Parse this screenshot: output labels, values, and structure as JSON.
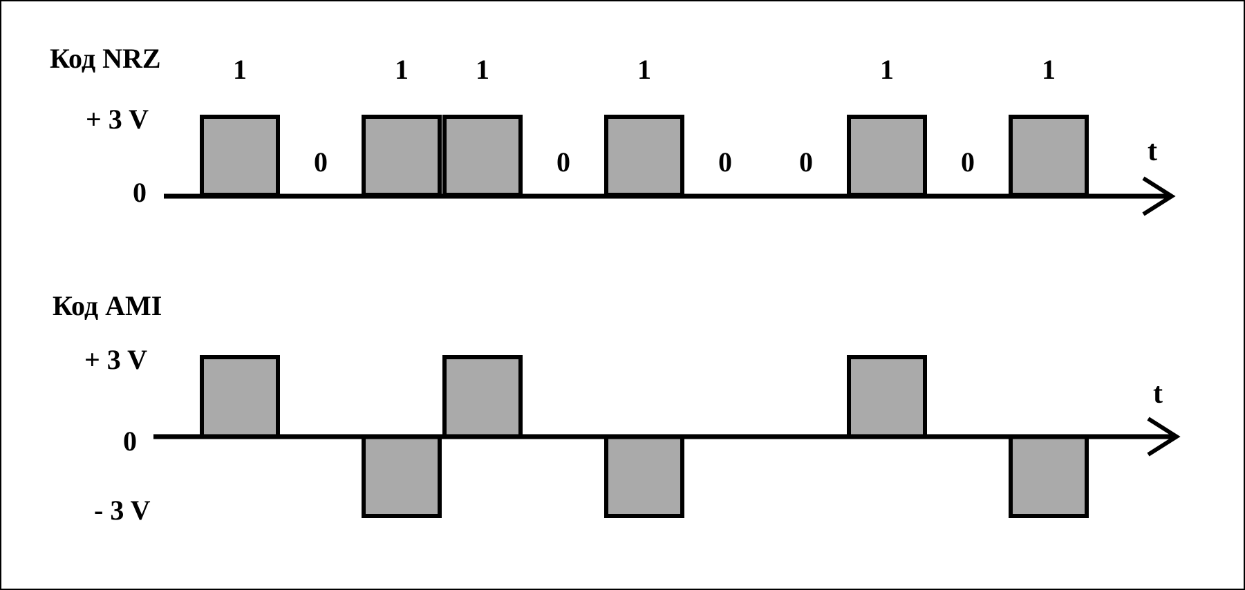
{
  "colors": {
    "pulse_fill": "#aaaaaa",
    "stroke": "#000000",
    "background": "#ffffff"
  },
  "bits": [
    1,
    0,
    1,
    1,
    0,
    1,
    0,
    0,
    1,
    0,
    1
  ],
  "nrz": {
    "title": "Код NRZ",
    "levels": [
      3,
      0,
      3,
      3,
      0,
      3,
      0,
      0,
      3,
      0,
      3
    ],
    "bit_labels": [
      "1",
      "0",
      "1",
      "1",
      "0",
      "1",
      "0",
      "0",
      "1",
      "0",
      "1"
    ],
    "y_labels": {
      "plus": "+ 3 V",
      "zero": "0"
    },
    "axis_label": "t"
  },
  "ami": {
    "title": "Код AMI",
    "levels": [
      3,
      0,
      -3,
      3,
      0,
      -3,
      0,
      0,
      3,
      0,
      -3
    ],
    "y_labels": {
      "plus": "+ 3 V",
      "zero": "0",
      "minus": "- 3 V"
    },
    "axis_label": "t"
  }
}
